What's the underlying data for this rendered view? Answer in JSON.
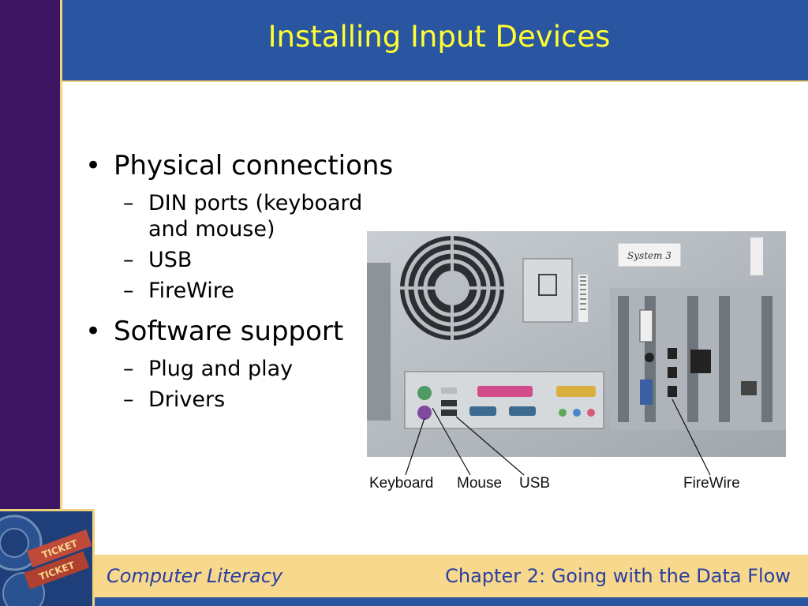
{
  "slide": {
    "title": "Installing Input Devices",
    "bullets": [
      {
        "text": "Physical connections",
        "subs": [
          "DIN ports (keyboard and mouse)",
          "USB",
          "FireWire"
        ]
      },
      {
        "text": "Software support",
        "subs": [
          "Plug and play",
          "Drivers"
        ]
      }
    ]
  },
  "figure": {
    "labels": {
      "keyboard": "Keyboard",
      "mouse": "Mouse",
      "usb": "USB",
      "firewire": "FireWire"
    },
    "sticker_text": "System 3"
  },
  "footer": {
    "left": "Computer Literacy",
    "right": "Chapter 2: Going with the Data Flow"
  },
  "logo": {
    "ticket_text": "TICKET"
  },
  "colors": {
    "sidebar": "#3c1663",
    "title_bar": "#2a55a0",
    "title_text": "#ffff33",
    "footer_bg": "#f7d88c",
    "footer_text": "#2a3fa0",
    "accent_line": "#f2d27a"
  }
}
